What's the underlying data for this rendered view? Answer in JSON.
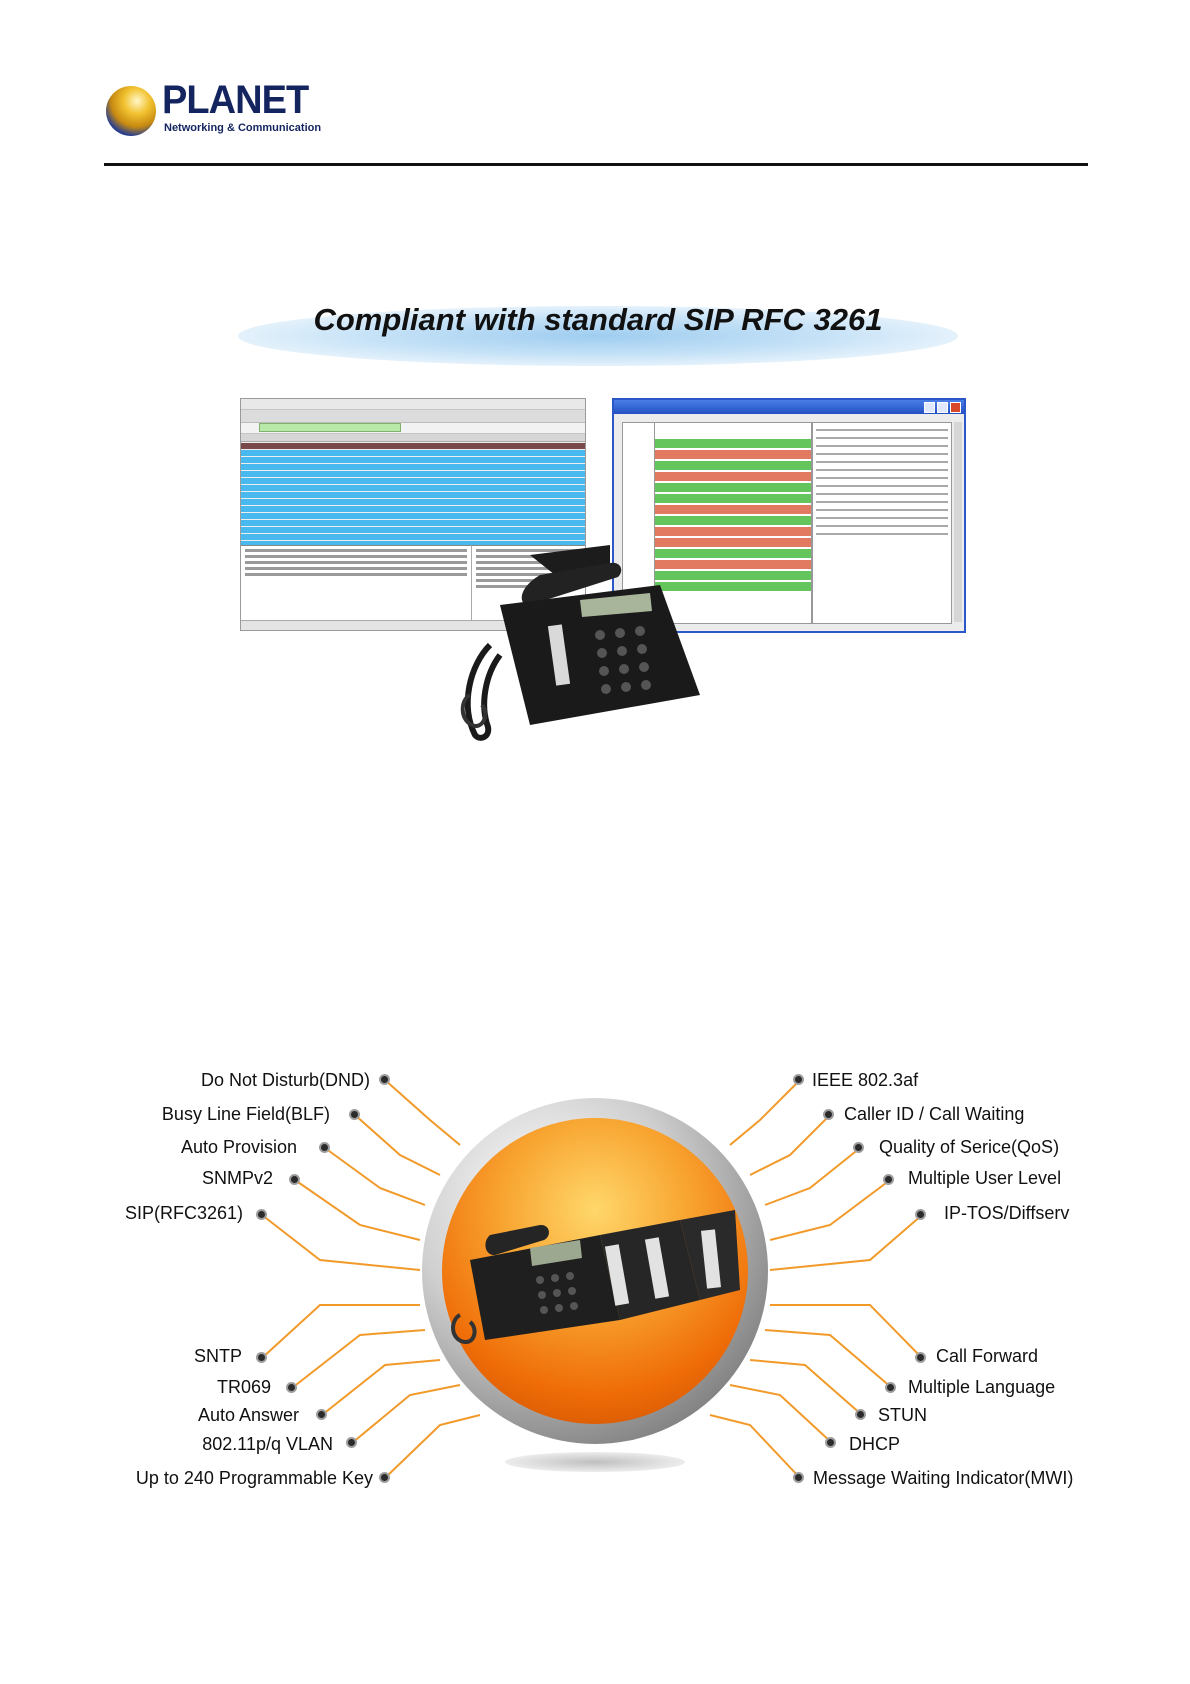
{
  "header": {
    "brand": "PLANET",
    "tagline": "Networking & Communication"
  },
  "banner": {
    "title": "Compliant with standard SIP RFC 3261"
  },
  "features_left": [
    "Do Not Disturb(DND)",
    "Busy Line Field(BLF)",
    "Auto Provision",
    "SNMPv2",
    "SIP(RFC3261)",
    "SNTP",
    "TR069",
    "Auto Answer",
    "802.11p/q VLAN",
    "Up to 240 Programmable Key"
  ],
  "features_right": [
    "IEEE 802.3af",
    "Caller ID / Call Waiting",
    "Quality of Serice(QoS)",
    "Multiple User Level",
    "IP-TOS/Diffserv",
    "Call Forward",
    "Multiple Language",
    "STUN",
    "DHCP",
    "Message Waiting Indicator(MWI)"
  ],
  "colors": {
    "brand_blue": "#13245f",
    "orb_orange": "#ef6c07",
    "connector_orange": "#f19a2a"
  },
  "icons": [
    "planet-globe-logo",
    "ip-phone",
    "wireshark-screenshot",
    "graph-analysis-window"
  ]
}
